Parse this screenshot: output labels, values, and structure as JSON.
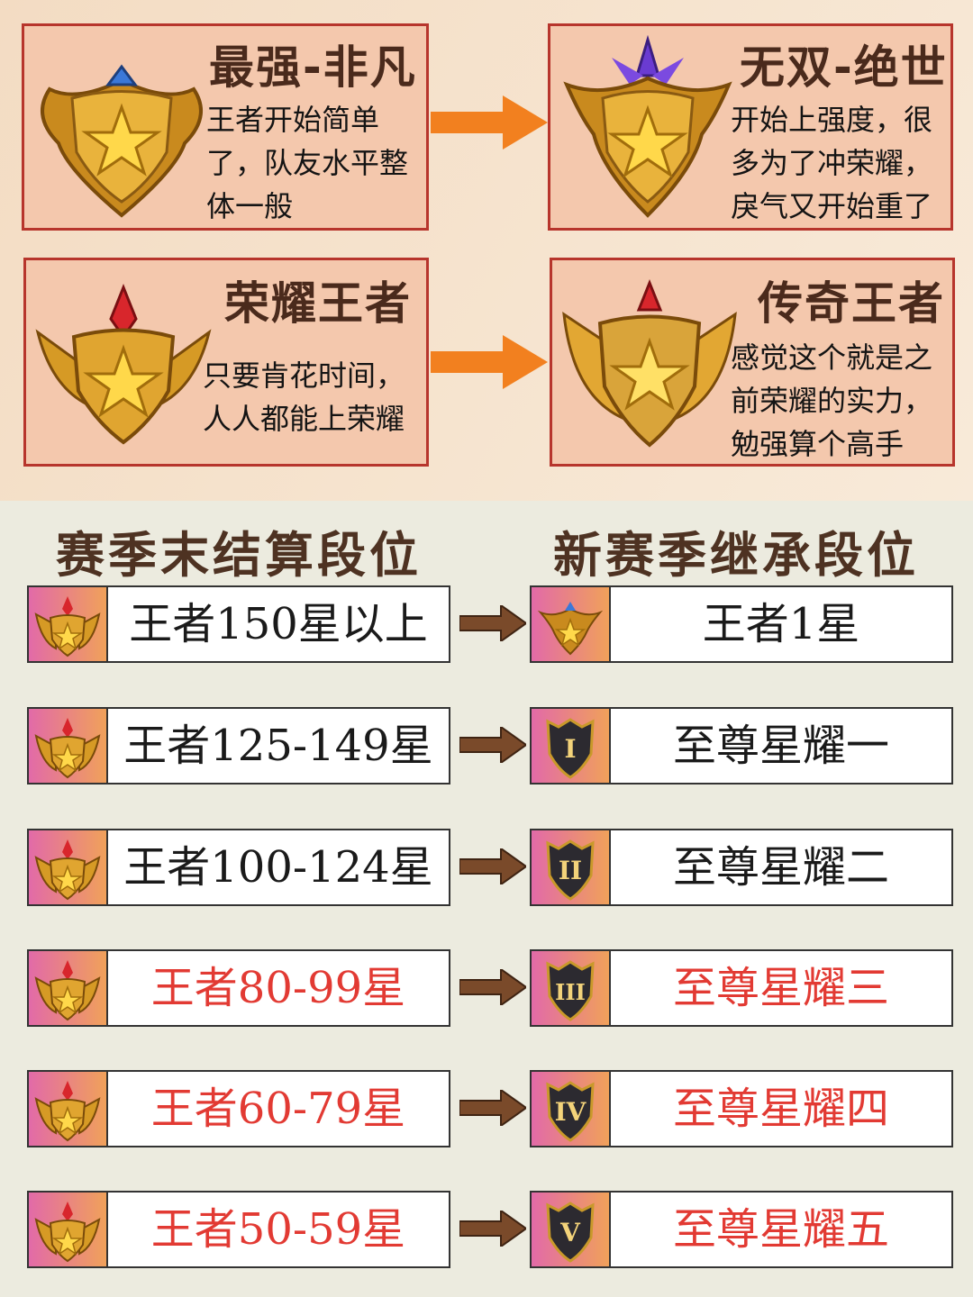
{
  "cards": [
    {
      "title": "最强-非凡",
      "desc": [
        "王者开始简单",
        "了，队友水平整",
        "体一般"
      ]
    },
    {
      "title": "无双-绝世",
      "desc": [
        "开始上强度，很",
        "多为了冲荣耀，",
        "戾气又开始重了"
      ]
    },
    {
      "title": "荣耀王者",
      "desc": [
        "只要肯花时间，",
        "人人都能上荣耀"
      ]
    },
    {
      "title": "传奇王者",
      "desc": [
        "感觉这个就是之",
        "前荣耀的实力，",
        "勉强算个高手"
      ]
    }
  ],
  "headings": {
    "left": "赛季末结算段位",
    "right": "新赛季继承段位"
  },
  "rows": [
    {
      "from": "王者150星以上",
      "to": "王者1星",
      "numeral": "",
      "color": "black"
    },
    {
      "from": "王者125-149星",
      "to": "至尊星耀一",
      "numeral": "I",
      "color": "black"
    },
    {
      "from": "王者100-124星",
      "to": "至尊星耀二",
      "numeral": "II",
      "color": "black"
    },
    {
      "from": "王者80-99星",
      "to": "至尊星耀三",
      "numeral": "III",
      "color": "red"
    },
    {
      "from": "王者60-79星",
      "to": "至尊星耀四",
      "numeral": "IV",
      "color": "red"
    },
    {
      "from": "王者50-59星",
      "to": "至尊星耀五",
      "numeral": "V",
      "color": "red"
    }
  ]
}
